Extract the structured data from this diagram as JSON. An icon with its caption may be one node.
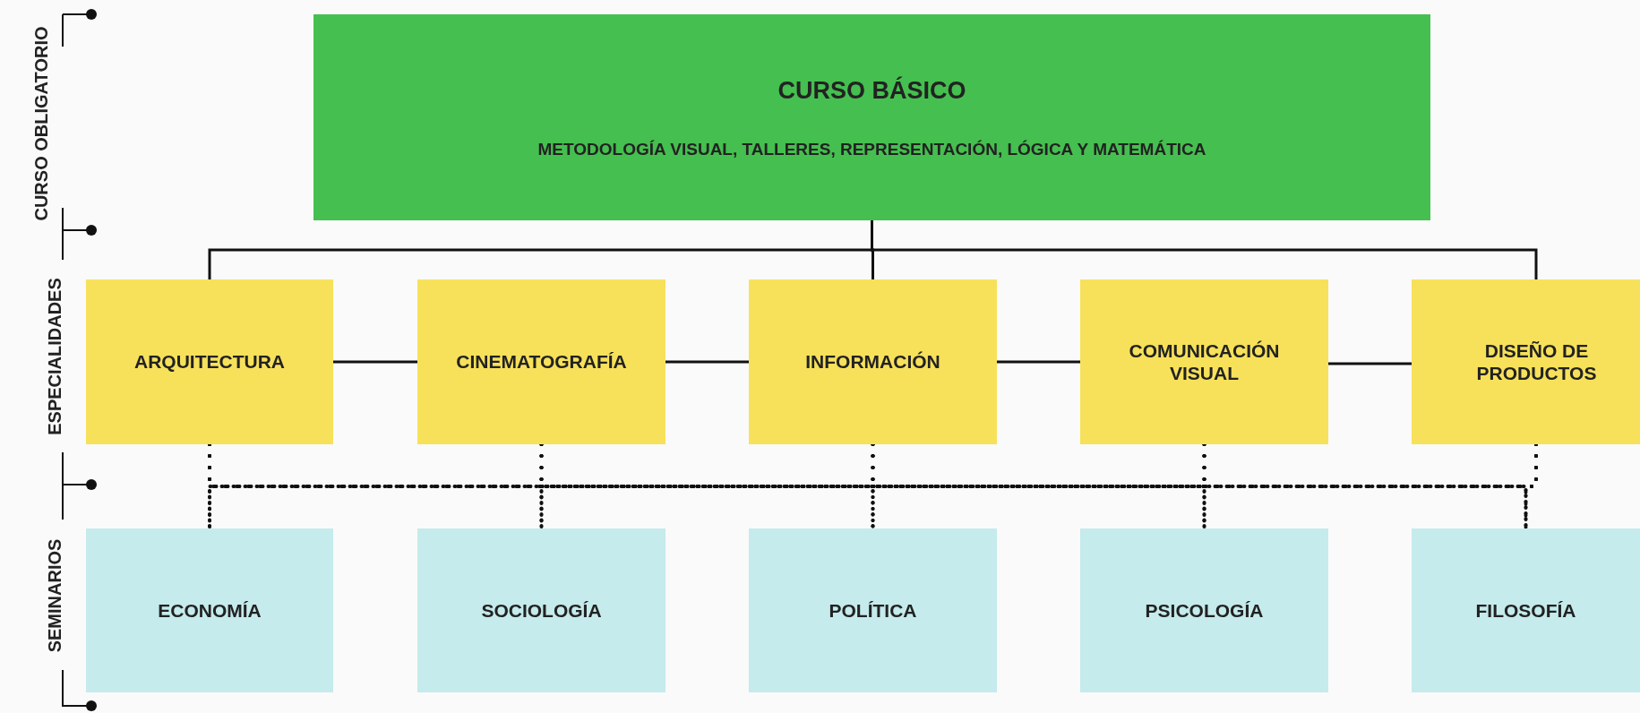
{
  "diagram": {
    "nodes": [
      {
        "text": [
          "CURSO BÁSICO",
          "METODOLOGÍA VISUAL, TALLERES, REPRESENTACIÓN, LÓGICA Y MATEMÁTICA"
        ]
      },
      {
        "text": [
          "ARQUITECTURA"
        ]
      },
      {
        "text": [
          "CINEMATOGRAFÍA"
        ]
      },
      {
        "text": [
          "INFORMACIÓN"
        ]
      },
      {
        "text": [
          "COMUNICACIÓN VISUAL"
        ]
      },
      {
        "text": [
          "DISEÑO DE PRODUCTOS"
        ]
      },
      {
        "text": [
          "ECONOMÍA"
        ]
      },
      {
        "text": [
          "SOCIOLOGÍA"
        ]
      },
      {
        "text": [
          "POLÍTICA"
        ]
      },
      {
        "text": [
          "PSICOLOGÍA"
        ]
      },
      {
        "text": [
          "FILOSOFÍA"
        ]
      }
    ],
    "edges": [
      {
        "from": 0,
        "to": 1,
        "arrow": "none"
      },
      {
        "from": 0,
        "to": 3,
        "arrow": "none"
      },
      {
        "from": 0,
        "to": 5,
        "arrow": "none"
      },
      {
        "from": 1,
        "to": 2,
        "arrow": "none"
      },
      {
        "from": 2,
        "to": 3,
        "arrow": "none"
      },
      {
        "from": 3,
        "to": 4,
        "arrow": "none"
      },
      {
        "from": 4,
        "to": 5,
        "arrow": "none"
      },
      {
        "from": 1,
        "to": 6,
        "arrow": "none",
        "style": "dashed"
      },
      {
        "from": 1,
        "to": 7,
        "arrow": "none",
        "style": "dashed"
      },
      {
        "from": 1,
        "to": 8,
        "arrow": "none",
        "style": "dashed"
      },
      {
        "from": 1,
        "to": 9,
        "arrow": "none",
        "style": "dashed"
      },
      {
        "from": 1,
        "to": 10,
        "arrow": "none",
        "style": "dashed"
      },
      {
        "from": 2,
        "to": 6,
        "arrow": "none",
        "style": "dashed"
      },
      {
        "from": 2,
        "to": 7,
        "arrow": "none",
        "style": "dashed"
      },
      {
        "from": 2,
        "to": 8,
        "arrow": "none",
        "style": "dashed"
      },
      {
        "from": 2,
        "to": 9,
        "arrow": "none",
        "style": "dashed"
      },
      {
        "from": 2,
        "to": 10,
        "arrow": "none",
        "style": "dashed"
      },
      {
        "from": 3,
        "to": 6,
        "arrow": "none",
        "style": "dashed"
      },
      {
        "from": 3,
        "to": 7,
        "arrow": "none",
        "style": "dashed"
      },
      {
        "from": 3,
        "to": 8,
        "arrow": "none",
        "style": "dashed"
      },
      {
        "from": 3,
        "to": 9,
        "arrow": "none",
        "style": "dashed"
      },
      {
        "from": 3,
        "to": 10,
        "arrow": "none",
        "style": "dashed"
      },
      {
        "from": 4,
        "to": 6,
        "arrow": "none",
        "style": "dashed"
      },
      {
        "from": 4,
        "to": 7,
        "arrow": "none",
        "style": "dashed"
      },
      {
        "from": 4,
        "to": 8,
        "arrow": "none",
        "style": "dashed"
      },
      {
        "from": 4,
        "to": 9,
        "arrow": "none",
        "style": "dashed"
      },
      {
        "from": 4,
        "to": 10,
        "arrow": "none",
        "style": "dashed"
      },
      {
        "from": 5,
        "to": 6,
        "arrow": "none",
        "style": "dashed"
      },
      {
        "from": 5,
        "to": 7,
        "arrow": "none",
        "style": "dashed"
      },
      {
        "from": 5,
        "to": 8,
        "arrow": "none",
        "style": "dashed"
      },
      {
        "from": 5,
        "to": 9,
        "arrow": "none",
        "style": "dashed"
      },
      {
        "from": 5,
        "to": 10,
        "arrow": "none",
        "style": "dashed"
      }
    ],
    "labels": [
      "CURSO OBLIGATORIO",
      "ESPECIALIDADES",
      "SEMINARIOS"
    ]
  }
}
